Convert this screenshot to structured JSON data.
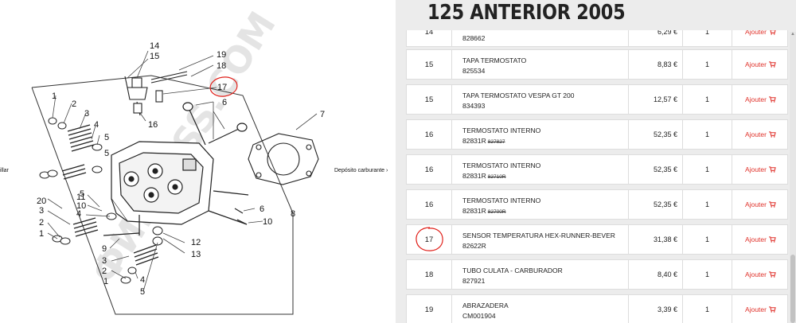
{
  "navigation": {
    "prev_label": "illar",
    "next_label": "Depósito carburante ›"
  },
  "diagram": {
    "callouts": [
      "1",
      "2",
      "3",
      "4",
      "5",
      "6",
      "7",
      "8",
      "9",
      "10",
      "11",
      "12",
      "13",
      "14",
      "15",
      "16",
      "17",
      "18",
      "19",
      "20"
    ],
    "watermark": "ФИНКSSS.COM"
  },
  "page_title": "125 ANTERIOR 2005",
  "colors": {
    "accent": "#e0312a",
    "annotation": "#e0201a"
  },
  "add_label": "Ajouter",
  "rows": [
    {
      "num": "14",
      "name": "",
      "ref": "828662",
      "old_ref": "",
      "price": "6,29 €",
      "qty": "1"
    },
    {
      "num": "15",
      "name": "TAPA TERMOSTATO",
      "ref": "825534",
      "old_ref": "",
      "price": "8,83 €",
      "qty": "1"
    },
    {
      "num": "15",
      "name": "TAPA TERMOSTATO VESPA GT 200",
      "ref": "834393",
      "old_ref": "",
      "price": "12,57 €",
      "qty": "1"
    },
    {
      "num": "16",
      "name": "TERMOSTATO INTERNO",
      "ref": "82831R",
      "old_ref": "827827",
      "price": "52,35 €",
      "qty": "1"
    },
    {
      "num": "16",
      "name": "TERMOSTATO INTERNO",
      "ref": "82831R",
      "old_ref": "82710R",
      "price": "52,35 €",
      "qty": "1"
    },
    {
      "num": "16",
      "name": "TERMOSTATO INTERNO",
      "ref": "82831R",
      "old_ref": "82700R",
      "price": "52,35 €",
      "qty": "1"
    },
    {
      "num": "17",
      "name": "SENSOR TEMPERATURA HEX-RUNNER-BEVER",
      "ref": "82622R",
      "old_ref": "",
      "price": "31,38 €",
      "qty": "1"
    },
    {
      "num": "18",
      "name": "TUBO CULATA - CARBURADOR",
      "ref": "827921",
      "old_ref": "",
      "price": "8,40 €",
      "qty": "1"
    },
    {
      "num": "19",
      "name": "ABRAZADERA",
      "ref": "CM001904",
      "old_ref": "",
      "price": "3,39 €",
      "qty": "1"
    }
  ]
}
